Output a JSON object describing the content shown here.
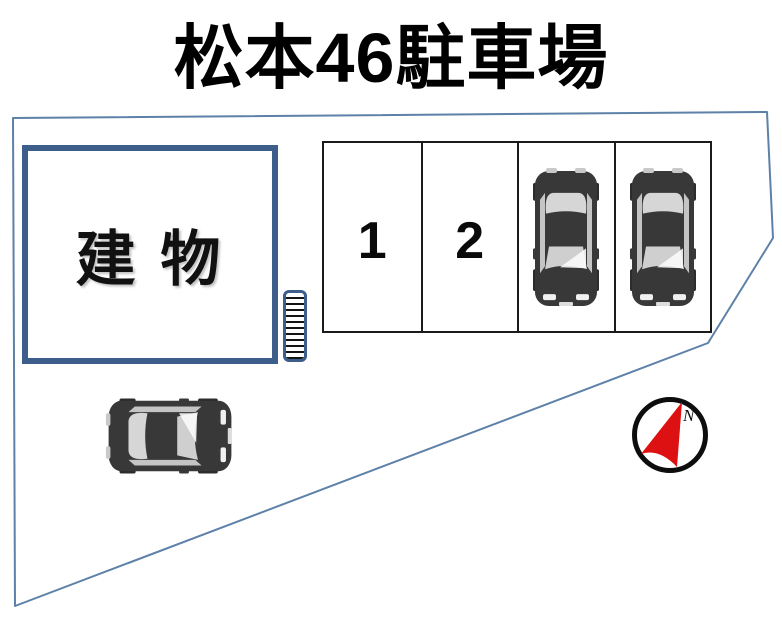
{
  "title": "松本46駐車場",
  "site": {
    "building": {
      "label": "建 物"
    },
    "stairs": {
      "icon": "stairs-icon"
    },
    "parking_row": {
      "stalls": [
        {
          "label": "1",
          "occupied": false
        },
        {
          "label": "2",
          "occupied": false
        },
        {
          "label": "",
          "occupied": true,
          "icon": "car-top-view-icon"
        },
        {
          "label": "",
          "occupied": true,
          "icon": "car-top-view-icon"
        }
      ]
    },
    "loose_car": {
      "icon": "car-top-view-icon",
      "facing": "right"
    }
  },
  "compass": {
    "label": "N",
    "icon": "north-arrow-icon"
  },
  "colors": {
    "boundary_line": "#5d81a8",
    "building_border": "#3d5e8a",
    "parking_border": "#1a1a1a",
    "car_body": "#383838",
    "car_glass": "#d6d6d6",
    "compass_arrow": "#dd1111",
    "text": "#000000",
    "page_bg": "#ffffff"
  }
}
